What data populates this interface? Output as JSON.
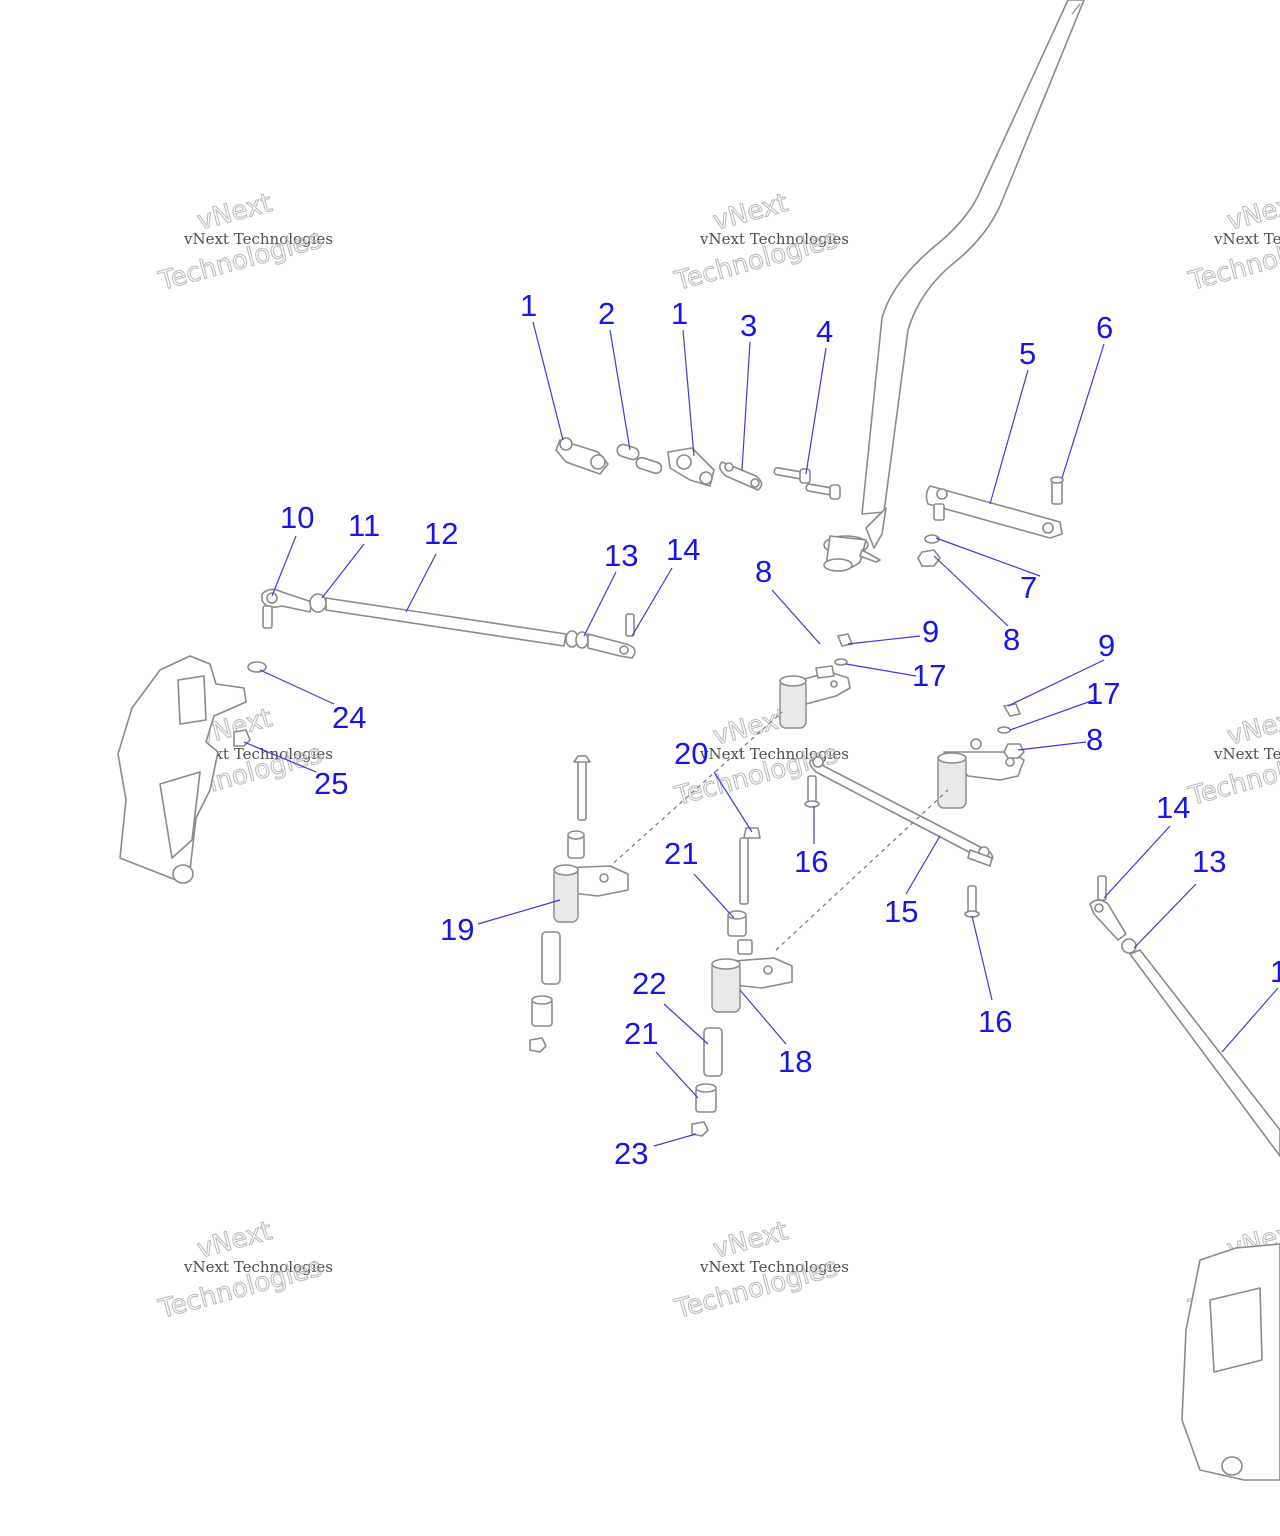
{
  "watermark": {
    "line_small": "vNext Technologies",
    "line_large_1": "vNext",
    "line_large_2": "Technologies"
  },
  "callouts": [
    "1",
    "2",
    "1",
    "3",
    "4",
    "5",
    "6",
    "7",
    "8",
    "8",
    "9",
    "17",
    "9",
    "17",
    "8",
    "10",
    "11",
    "12",
    "13",
    "14",
    "14",
    "13",
    "1",
    "15",
    "16",
    "16",
    "24",
    "25",
    "20",
    "21",
    "22",
    "21",
    "19",
    "18",
    "23"
  ],
  "colors": {
    "callout": "#1616e8",
    "line_art": "#8a8a8a",
    "watermark": "#b8b8b8"
  }
}
